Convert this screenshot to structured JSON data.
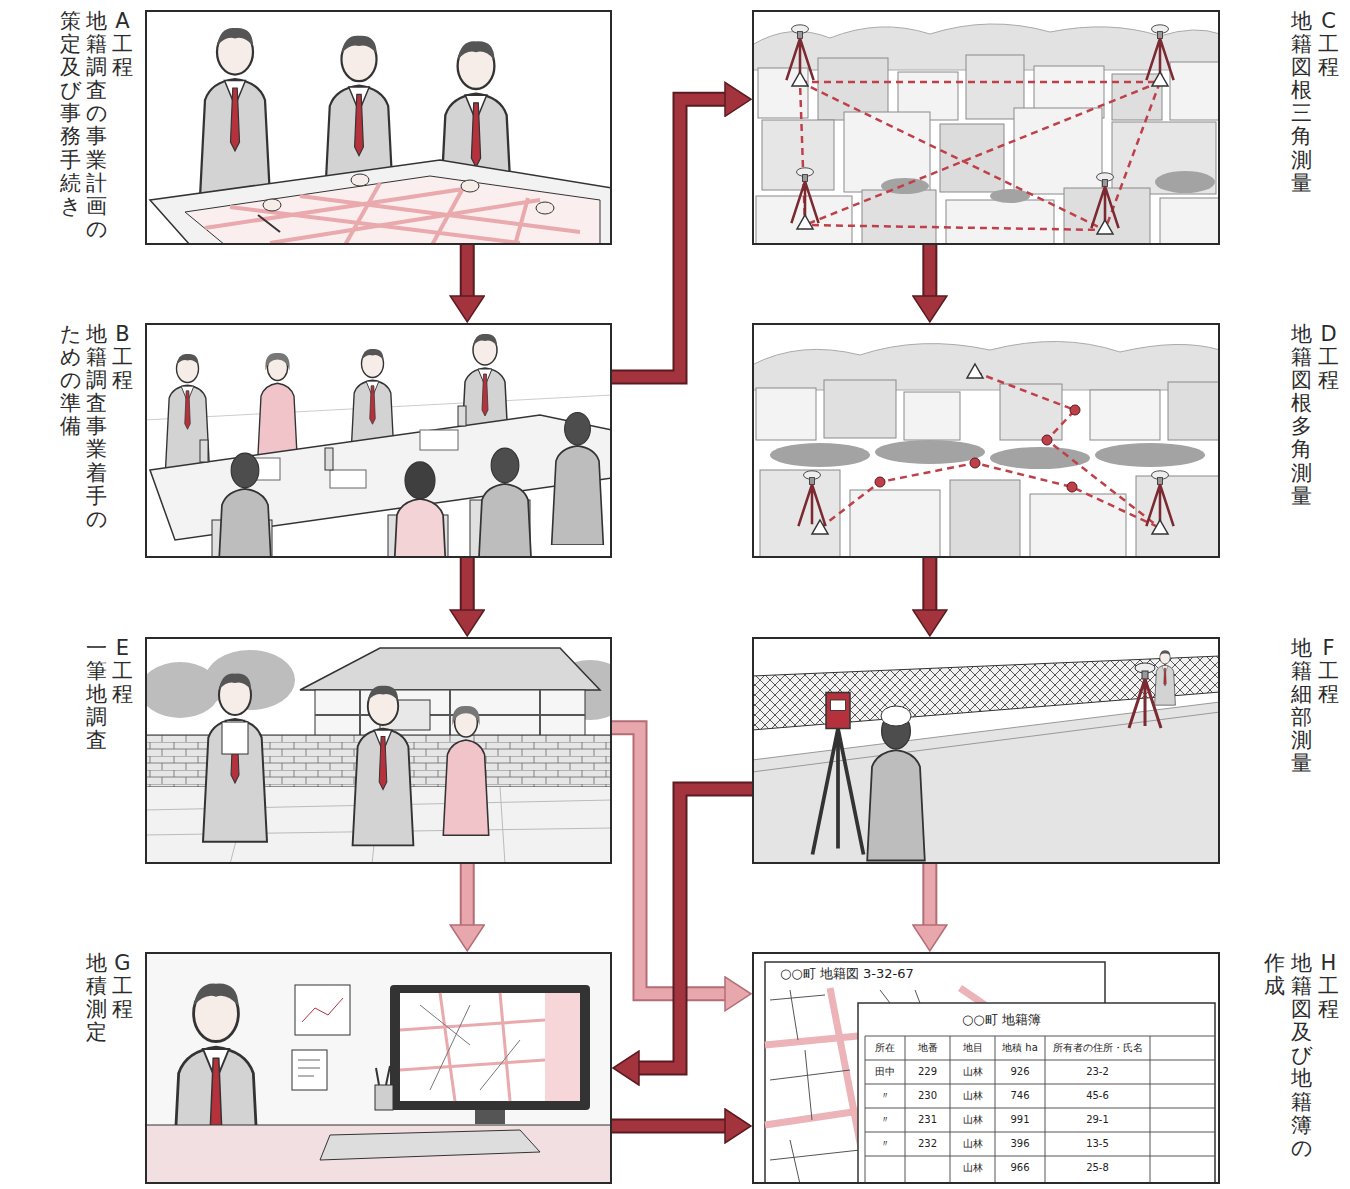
{
  "diagram": {
    "nodes": [
      {
        "text": [
          "A工程",
          "地籍調査の事業計画の",
          "策定及び事務手続き"
        ]
      },
      {
        "text": [
          "B工程",
          "地籍調査事業着手の",
          "ための準備"
        ]
      },
      {
        "text": [
          "C工程",
          "地籍図根三角測量"
        ]
      },
      {
        "text": [
          "D工程",
          "地籍図根多角測量"
        ]
      },
      {
        "text": [
          "E工程",
          "一筆地調査"
        ]
      },
      {
        "text": [
          "F工程",
          "地籍細部測量"
        ]
      },
      {
        "text": [
          "G工程",
          "地積測定"
        ]
      },
      {
        "text": [
          "H工程",
          "地籍図及び地籍簿の",
          "作成"
        ]
      }
    ],
    "edges": [
      {
        "from": 0,
        "to": 1,
        "arrow": "to"
      },
      {
        "from": 1,
        "to": 2,
        "arrow": "to"
      },
      {
        "from": 1,
        "to": 4,
        "arrow": "to"
      },
      {
        "from": 2,
        "to": 3,
        "arrow": "to"
      },
      {
        "from": 3,
        "to": 5,
        "arrow": "to"
      },
      {
        "from": 4,
        "to": 6,
        "arrow": "to"
      },
      {
        "from": 4,
        "to": 7,
        "arrow": "to"
      },
      {
        "from": 5,
        "to": 6,
        "arrow": "to"
      },
      {
        "from": 5,
        "to": 7,
        "arrow": "to"
      },
      {
        "from": 6,
        "to": 7,
        "arrow": "to"
      }
    ],
    "labels": [
      "○○町 地籍図 3-32-67",
      "○○町 地籍簿",
      "所在",
      "地番",
      "地目",
      "地積 ha",
      "所有者の住所・氏名",
      "田中",
      "229",
      "山林",
      "926",
      "23-2",
      "〃",
      "230",
      "山林",
      "746",
      "45-6",
      "〃",
      "231",
      "山林",
      "991",
      "29-1",
      "〃",
      "232",
      "山林",
      "396",
      "13-5",
      "山林",
      "966",
      "25-8"
    ]
  }
}
